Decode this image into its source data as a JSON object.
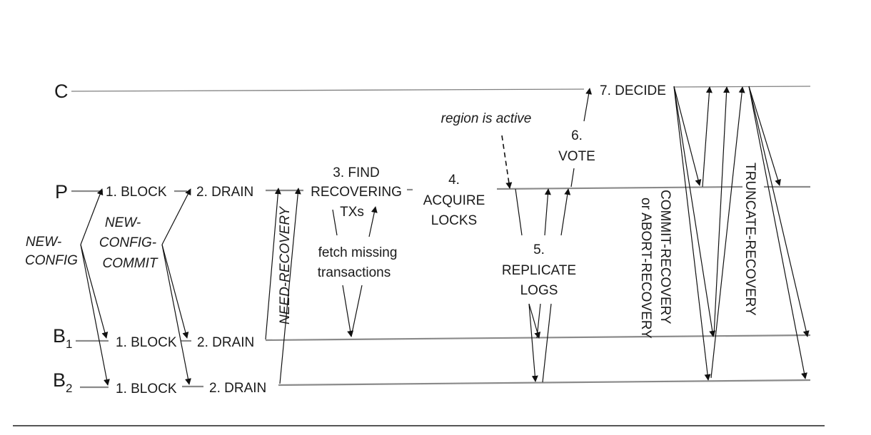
{
  "participants": {
    "c": "C",
    "p": "P",
    "b1": "B",
    "b1_sub": "1",
    "b2": "B",
    "b2_sub": "2"
  },
  "steps": {
    "block": "1. BLOCK",
    "drain": "2. DRAIN",
    "find_line1": "3. FIND",
    "find_line2": "RECOVERING",
    "find_line3": "TXs",
    "acquire_line1": "4.",
    "acquire_line2": "ACQUIRE",
    "acquire_line3": "LOCKS",
    "replicate_line1": "5.",
    "replicate_line2": "REPLICATE",
    "replicate_line3": "LOGS",
    "vote_line1": "6.",
    "vote_line2": "VOTE",
    "decide": "7. DECIDE"
  },
  "messages": {
    "new_config_line1": "NEW-",
    "new_config_line2": "CONFIG",
    "new_config_commit_line1": "NEW-",
    "new_config_commit_line2": "CONFIG-",
    "new_config_commit_line3": "COMMIT",
    "need_recovery": "NEED-RECOVERY",
    "fetch_line1": "fetch missing",
    "fetch_line2": "transactions",
    "commit_recovery_line1": "COMMIT-RECOVERY",
    "commit_recovery_line2": "or ABORT-RECOVERY",
    "truncate_recovery": "TRUNCATE-RECOVERY",
    "region_active": "region is active"
  }
}
